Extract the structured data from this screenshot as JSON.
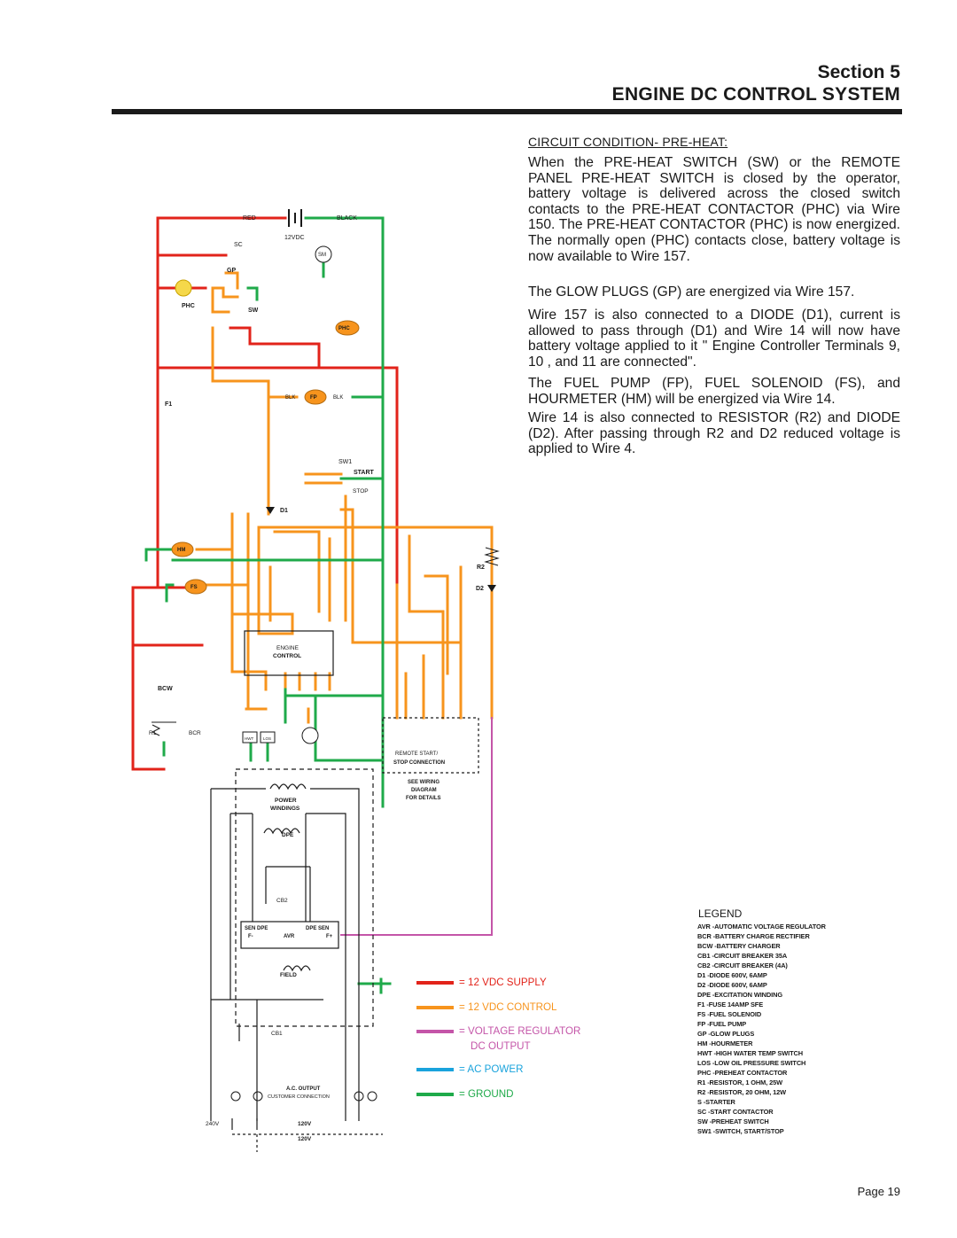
{
  "header": {
    "section": "Section 5",
    "title": "ENGINE DC CONTROL SYSTEM"
  },
  "circuit_condition": {
    "title": "CIRCUIT CONDITION- PRE-HEAT:",
    "paragraphs": [
      "When the PRE-HEAT SWITCH (SW) or the REMOTE PANEL PRE-HEAT SWITCH is closed by the operator, battery voltage is delivered across the closed switch contacts to the PRE-HEAT CONTACTOR (PHC) via Wire 150. The PRE-HEAT CONTACTOR (PHC) is now energized. The normally open (PHC) contacts close, battery voltage is now available to Wire 157.",
      "The GLOW PLUGS (GP) are energized via Wire 157.",
      "Wire 157 is also connected to a DIODE (D1), current is allowed to pass through (D1) and Wire 14 will now have battery voltage applied to it \" Engine Controller Terminals 9, 10 , and 11 are connected\".",
      "The FUEL PUMP (FP), FUEL SOLENOID (FS), and HOURMETER (HM) will be energized via Wire 14.",
      "Wire 14 is also connected to RESISTOR (R2) and DIODE (D2). After passing through R2 and D2 reduced voltage is applied to Wire 4."
    ]
  },
  "color_key": [
    {
      "label": "= 12 VDC SUPPLY",
      "color": "#e2231a"
    },
    {
      "label": "= 12 VDC CONTROL",
      "color": "#f7941d"
    },
    {
      "label": "= VOLTAGE REGULATOR",
      "label2": "DC OUTPUT",
      "color": "#c455a8"
    },
    {
      "label": "= AC POWER",
      "color": "#1aa3dc"
    },
    {
      "label": "= GROUND",
      "color": "#1faa4a"
    }
  ],
  "legend": {
    "title": "LEGEND",
    "items": [
      "AVR -AUTOMATIC VOLTAGE REGULATOR",
      "BCR -BATTERY CHARGE RECTIFIER",
      "BCW -BATTERY CHARGER",
      "CB1 -CIRCUIT BREAKER 35A",
      "CB2 -CIRCUIT BREAKER (4A)",
      "D1 -DIODE 600V, 6AMP",
      "D2 -DIODE 600V, 6AMP",
      "DPE -EXCITATION WINDING",
      "F1 -FUSE 14AMP SFE",
      "FS -FUEL SOLENOID",
      "FP -FUEL PUMP",
      "GP -GLOW PLUGS",
      "HM -HOURMETER",
      "HWT -HIGH WATER TEMP SWITCH",
      "LOS -LOW OIL PRESSURE SWITCH",
      "PHC -PREHEAT CONTACTOR",
      "R1 -RESISTOR, 1 OHM, 25W",
      "R2 -RESISTOR, 20 OHM, 12W",
      "S -STARTER",
      "SC -START CONTACTOR",
      "SW -PREHEAT SWITCH",
      "SW1 -SWITCH, START/STOP"
    ]
  },
  "schematic": {
    "labels": {
      "red": "RED",
      "black": "BLACK",
      "v12": "12VDC",
      "sc": "SC",
      "sm": "SM",
      "gp": "GP",
      "phc": "PHC",
      "sw": "SW",
      "fp": "FP",
      "blk": "BLK",
      "f1": "F1",
      "sw1": "SW1",
      "start": "START",
      "stop": "STOP",
      "d1": "D1",
      "d2": "D2",
      "r2": "R2",
      "hm": "HM",
      "fs": "FS",
      "engine": "ENGINE",
      "control": "CONTROL",
      "bcw": "BCW",
      "r1": "R1",
      "bcr": "BCR",
      "hwt": "HWT",
      "los": "LOS",
      "remote1": "REMOTE START/",
      "remote2": "STOP CONNECTION",
      "see1": "SEE WIRING",
      "see2": "DIAGRAM",
      "see3": "FOR DETAILS",
      "power": "POWER",
      "windings": "WINDINGS",
      "dpe": "DPE",
      "cb2": "CB2",
      "cb1": "CB1",
      "sendpe": "SEN DPE",
      "dpesen": "DPE SEN",
      "fminus": "F-",
      "avr": "AVR",
      "fplus": "F+",
      "field": "FIELD",
      "acout": "A.C. OUTPUT",
      "custconn": "CUSTOMER CONNECTION",
      "v240": "240V",
      "v120a": "120V",
      "v120b": "120V"
    }
  },
  "footer": {
    "page": "Page 19"
  }
}
